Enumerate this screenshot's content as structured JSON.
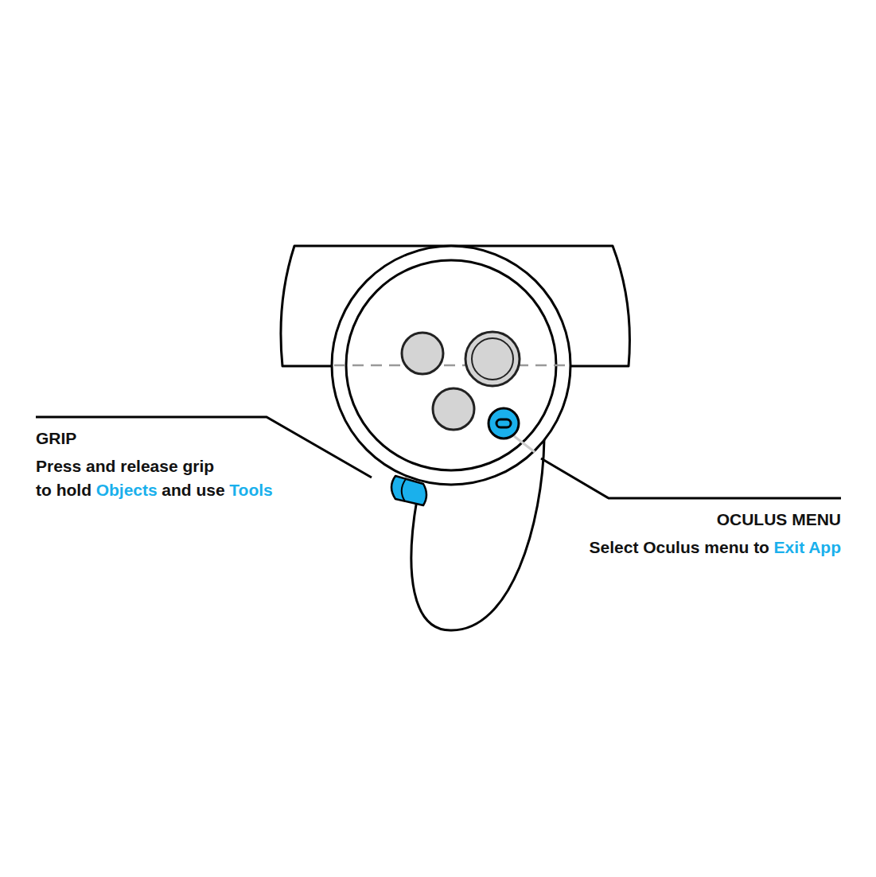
{
  "diagram": {
    "labels": [
      "GRIP",
      "Press and release grip",
      "to hold",
      "Objects",
      "and use",
      "Tools",
      "OCULUS MENU",
      "Select Oculus menu to",
      "Exit App"
    ]
  }
}
